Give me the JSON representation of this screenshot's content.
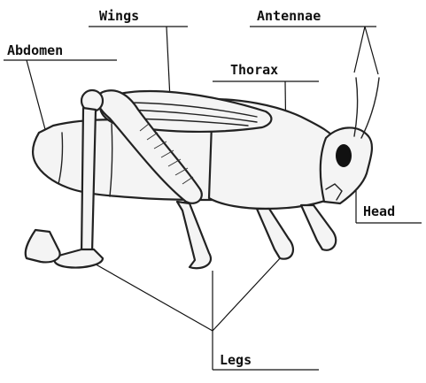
{
  "diagram": {
    "labels": {
      "wings": "Wings",
      "antennae": "Antennae",
      "abdomen": "Abdomen",
      "thorax": "Thorax",
      "head": "Head",
      "legs": "Legs"
    }
  }
}
